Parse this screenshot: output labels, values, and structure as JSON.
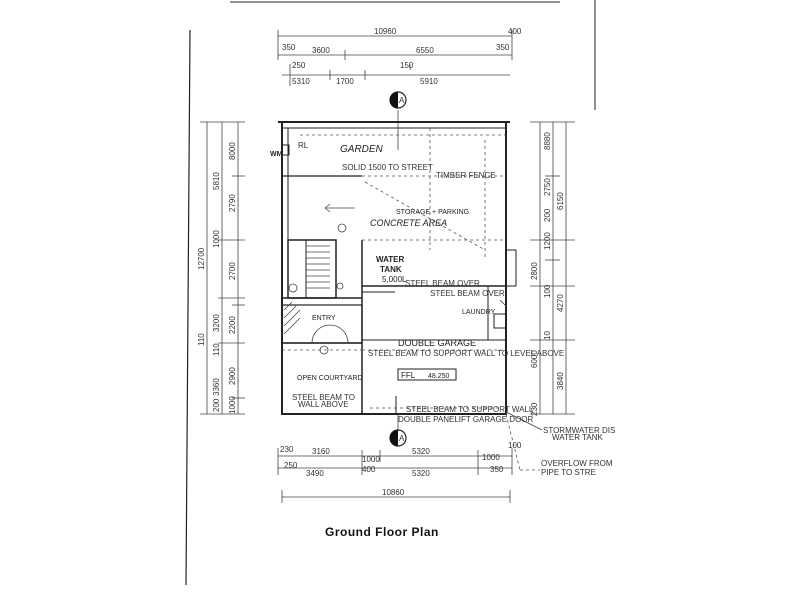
{
  "title": "Ground Floor Plan",
  "rooms": {
    "garden": "GARDEN",
    "storage": "STORAGE + PARKING",
    "concrete": "CONCRETE AREA",
    "water_tank": "WATER",
    "water_tank2": "TANK",
    "water_tank3": "5,000L",
    "laundry": "LAUNDRY",
    "entry": "ENTRY",
    "double_garage": "DOUBLE GARAGE",
    "ffl": "FFL",
    "ffl_value": "48.250",
    "open_courtyard": "OPEN COURTYARD"
  },
  "notes": {
    "fence_top": "SOLID 1500 TO STREET",
    "fence_top2": "TIMBER FENCE",
    "steel_beam": "STEEL BEAM OVER",
    "steel_beam2": "STEEL BEAM OVER",
    "steel_beam_garage": "STEEL BEAM TO SUPPORT WALL TO LEVEL ABOVE",
    "steel_beam_bottom": "STEEL BEAM TO SUPPORT WALL",
    "roller_door": "DOUBLE PANELIFT GARAGE DOOR",
    "courtyard_note": "STEEL BEAM TO",
    "courtyard_note2": "WALL ABOVE",
    "stormwater": "STORMWATER DIS",
    "stormwater2": "WATER TANK",
    "overflow": "OVERFLOW FROM",
    "overflow2": "PIPE TO STRE",
    "wm": "WM",
    "marker": "A",
    "rl": "RL"
  },
  "dims": {
    "top_total": "10960",
    "top_a": "3600",
    "top_b": "6550",
    "top_left": "350",
    "top_right": "350",
    "top_c1": "250",
    "top_c2": "150",
    "top_d1": "5310",
    "top_d2": "1700",
    "top_d3": "5910",
    "top_extra": "400",
    "left_total": "12700",
    "left_a": "5810",
    "left_b": "2790",
    "left_c": "8000",
    "left_d": "2700",
    "left_e": "1000",
    "left_f": "3200",
    "left_g": "2200",
    "left_h": "3360",
    "left_i": "2900",
    "left_j": "200",
    "left_k": "1000",
    "left_l": "110",
    "left_m": "110",
    "right_a": "8880",
    "right_b": "2750",
    "right_c": "6150",
    "right_d": "200",
    "right_e": "1200",
    "right_f": "2800",
    "right_g": "4270",
    "right_h": "6000",
    "right_i": "3840",
    "right_j": "100",
    "right_k": "10",
    "right_l": "230",
    "bot_a": "230",
    "bot_b": "3160",
    "bot_c": "1000",
    "bot_d": "5320",
    "bot_e": "1000",
    "bot_f": "250",
    "bot_g": "3490",
    "bot_h": "400",
    "bot_i": "5320",
    "bot_j": "350",
    "bot_total": "10860",
    "bot_k": "100"
  }
}
